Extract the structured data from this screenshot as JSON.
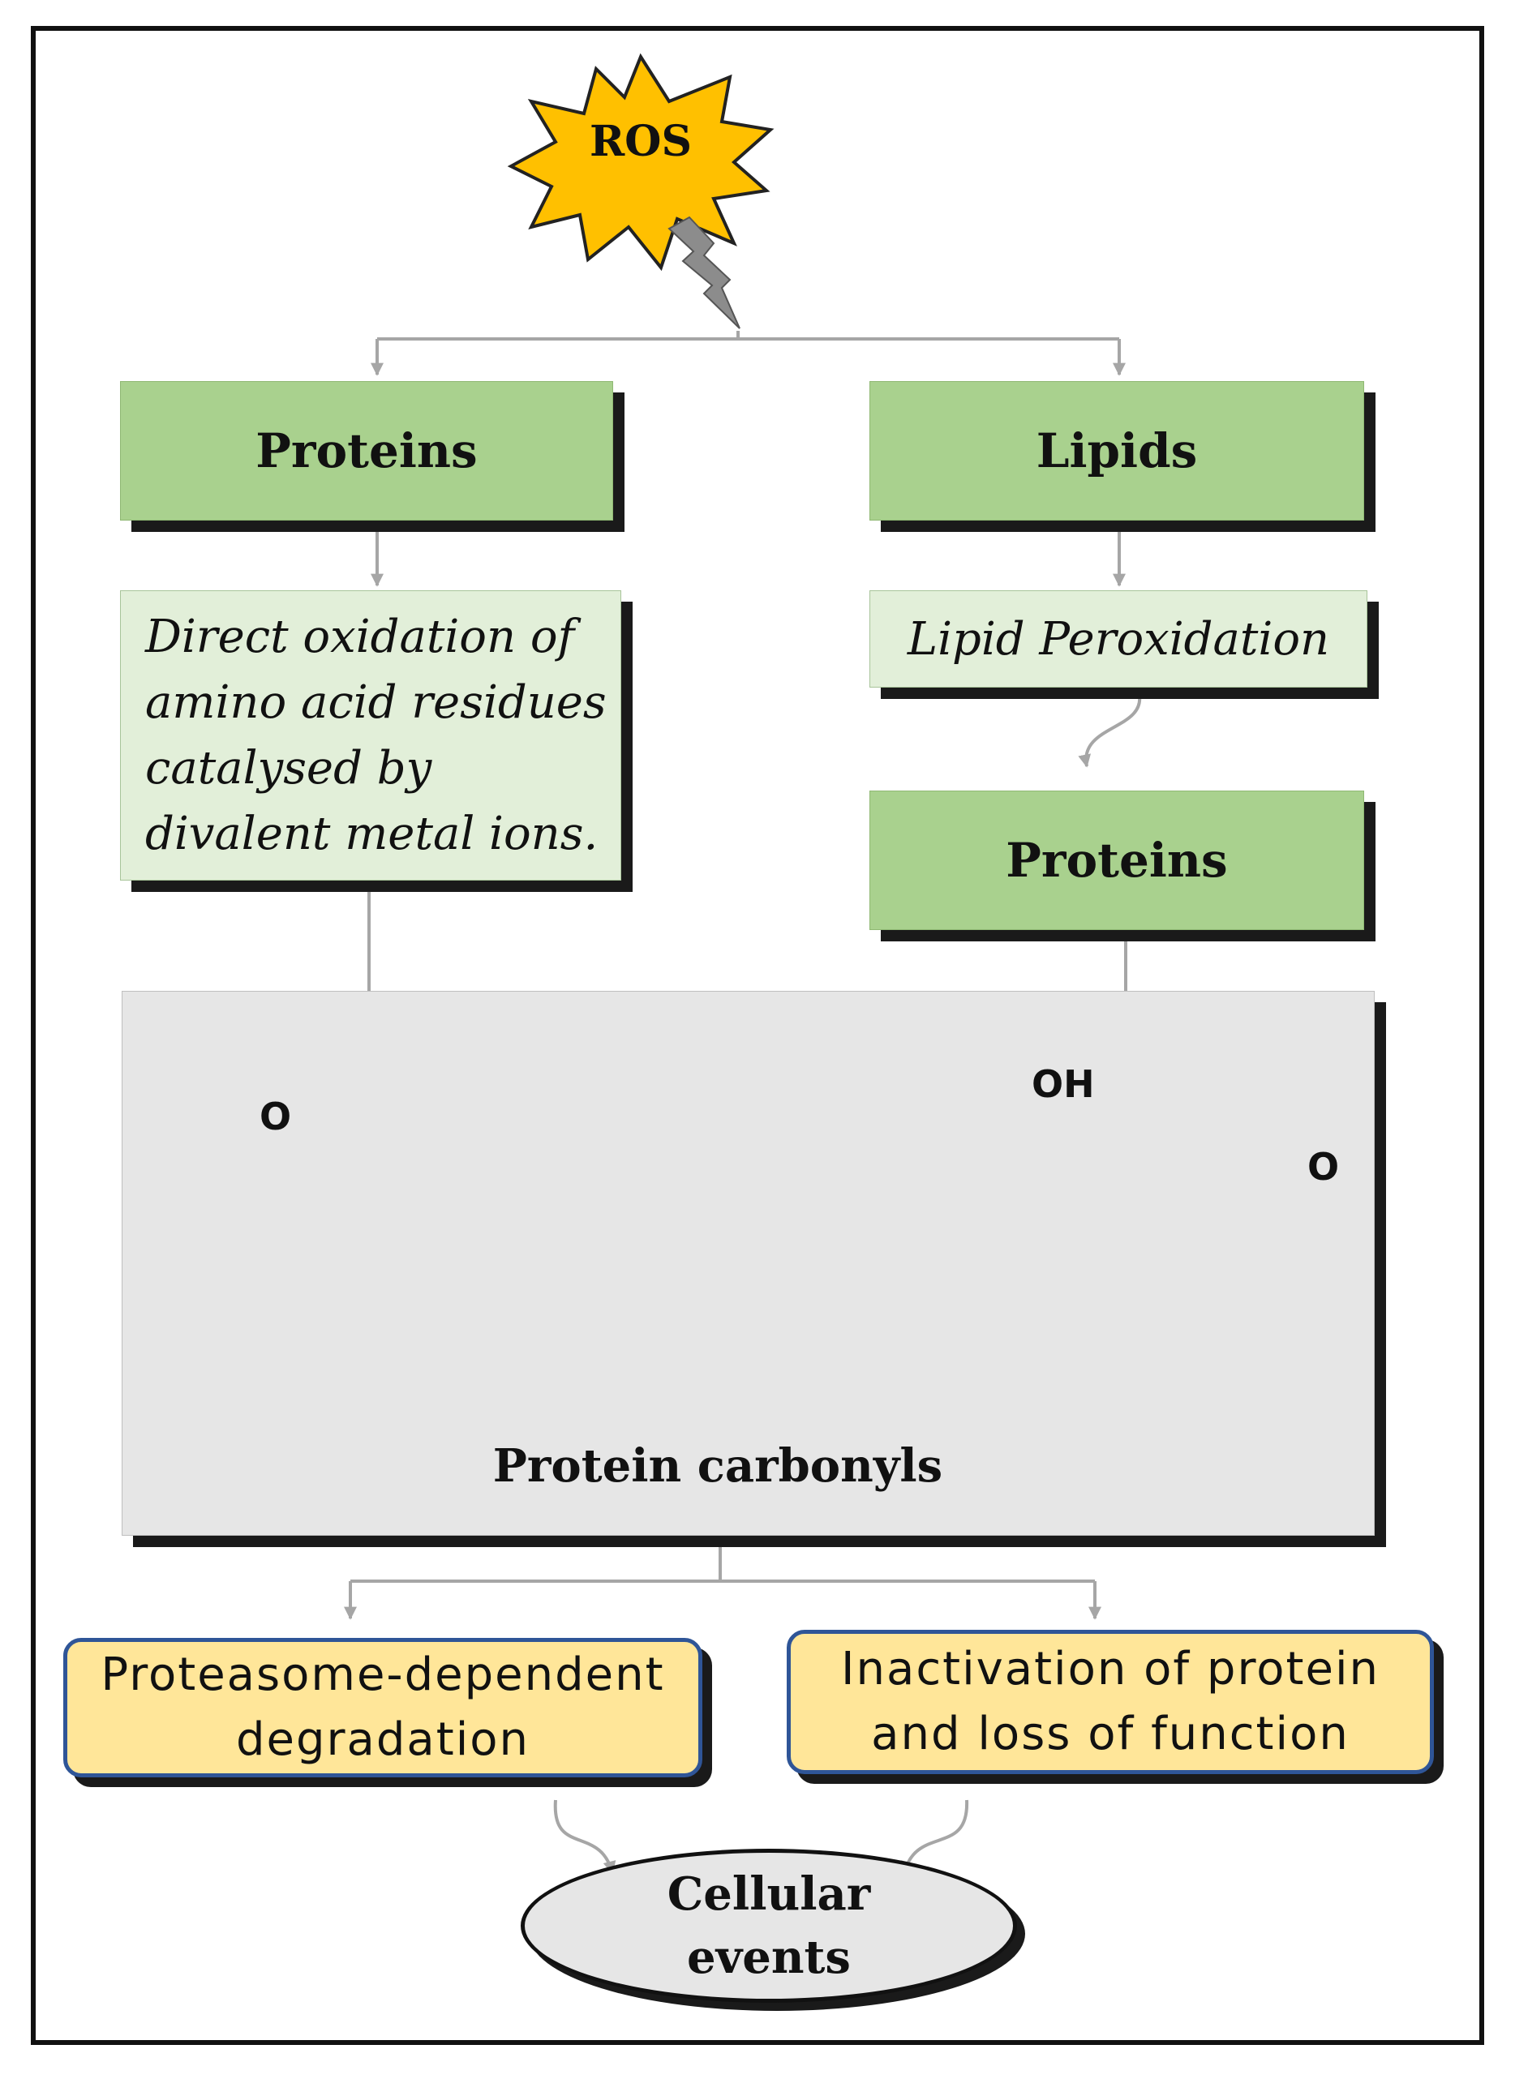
{
  "nodes": {
    "ros": "ROS",
    "proteins_left": "Proteins",
    "lipids": "Lipids",
    "direct_oxidation": [
      "Direct oxidation of",
      "amino acid residues",
      "catalysed by",
      "divalent metal ions."
    ],
    "lipid_peroxidation": "Lipid Peroxidation",
    "proteins_right": "Proteins",
    "protein_carbonyls": "Protein carbonyls",
    "aldehyde_label_o": "O",
    "hne_label_oh": "OH",
    "hne_label_o": "O",
    "proteasome": [
      "Proteasome-dependent",
      "degradation"
    ],
    "inactivation": [
      "Inactivation of protein",
      "and loss of function"
    ],
    "cellular_events": [
      "Cellular",
      "events"
    ]
  },
  "colors": {
    "green_box": "#a9d18e",
    "pale_green_box": "#e2efd9",
    "grey_panel": "#e6e6e6",
    "yellow_box": "#ffe699",
    "yellow_border": "#2f5597",
    "burst": "#ffc000",
    "arrow": "#a6a6a6"
  },
  "icons": [
    "starburst-icon",
    "lightning-bolt-icon",
    "protein-ribbon-icon"
  ]
}
